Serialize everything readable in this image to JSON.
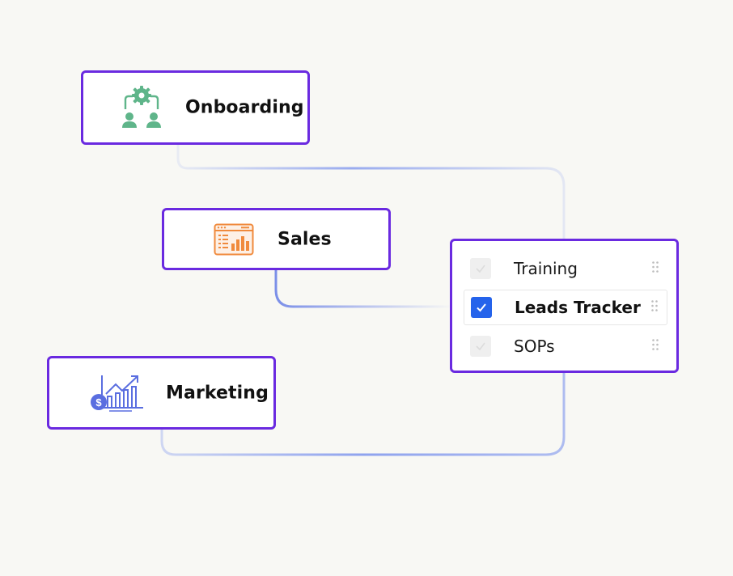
{
  "nodes": {
    "onboarding": {
      "label": "Onboarding",
      "icon": "team-gear-icon",
      "icon_color": "#5fb58a"
    },
    "sales": {
      "label": "Sales",
      "icon": "dashboard-chart-icon",
      "icon_color": "#f08a3c"
    },
    "marketing": {
      "label": "Marketing",
      "icon": "growth-chart-icon",
      "icon_color": "#5a6ee0"
    }
  },
  "checklist": {
    "items": [
      {
        "label": "Training",
        "checked": false
      },
      {
        "label": "Leads Tracker",
        "checked": true
      },
      {
        "label": "SOPs",
        "checked": false
      }
    ]
  },
  "colors": {
    "node_border": "#6a2ae0",
    "connector": "#8fa3ee",
    "checkbox_checked": "#2563eb",
    "background": "#f8f8f4"
  }
}
